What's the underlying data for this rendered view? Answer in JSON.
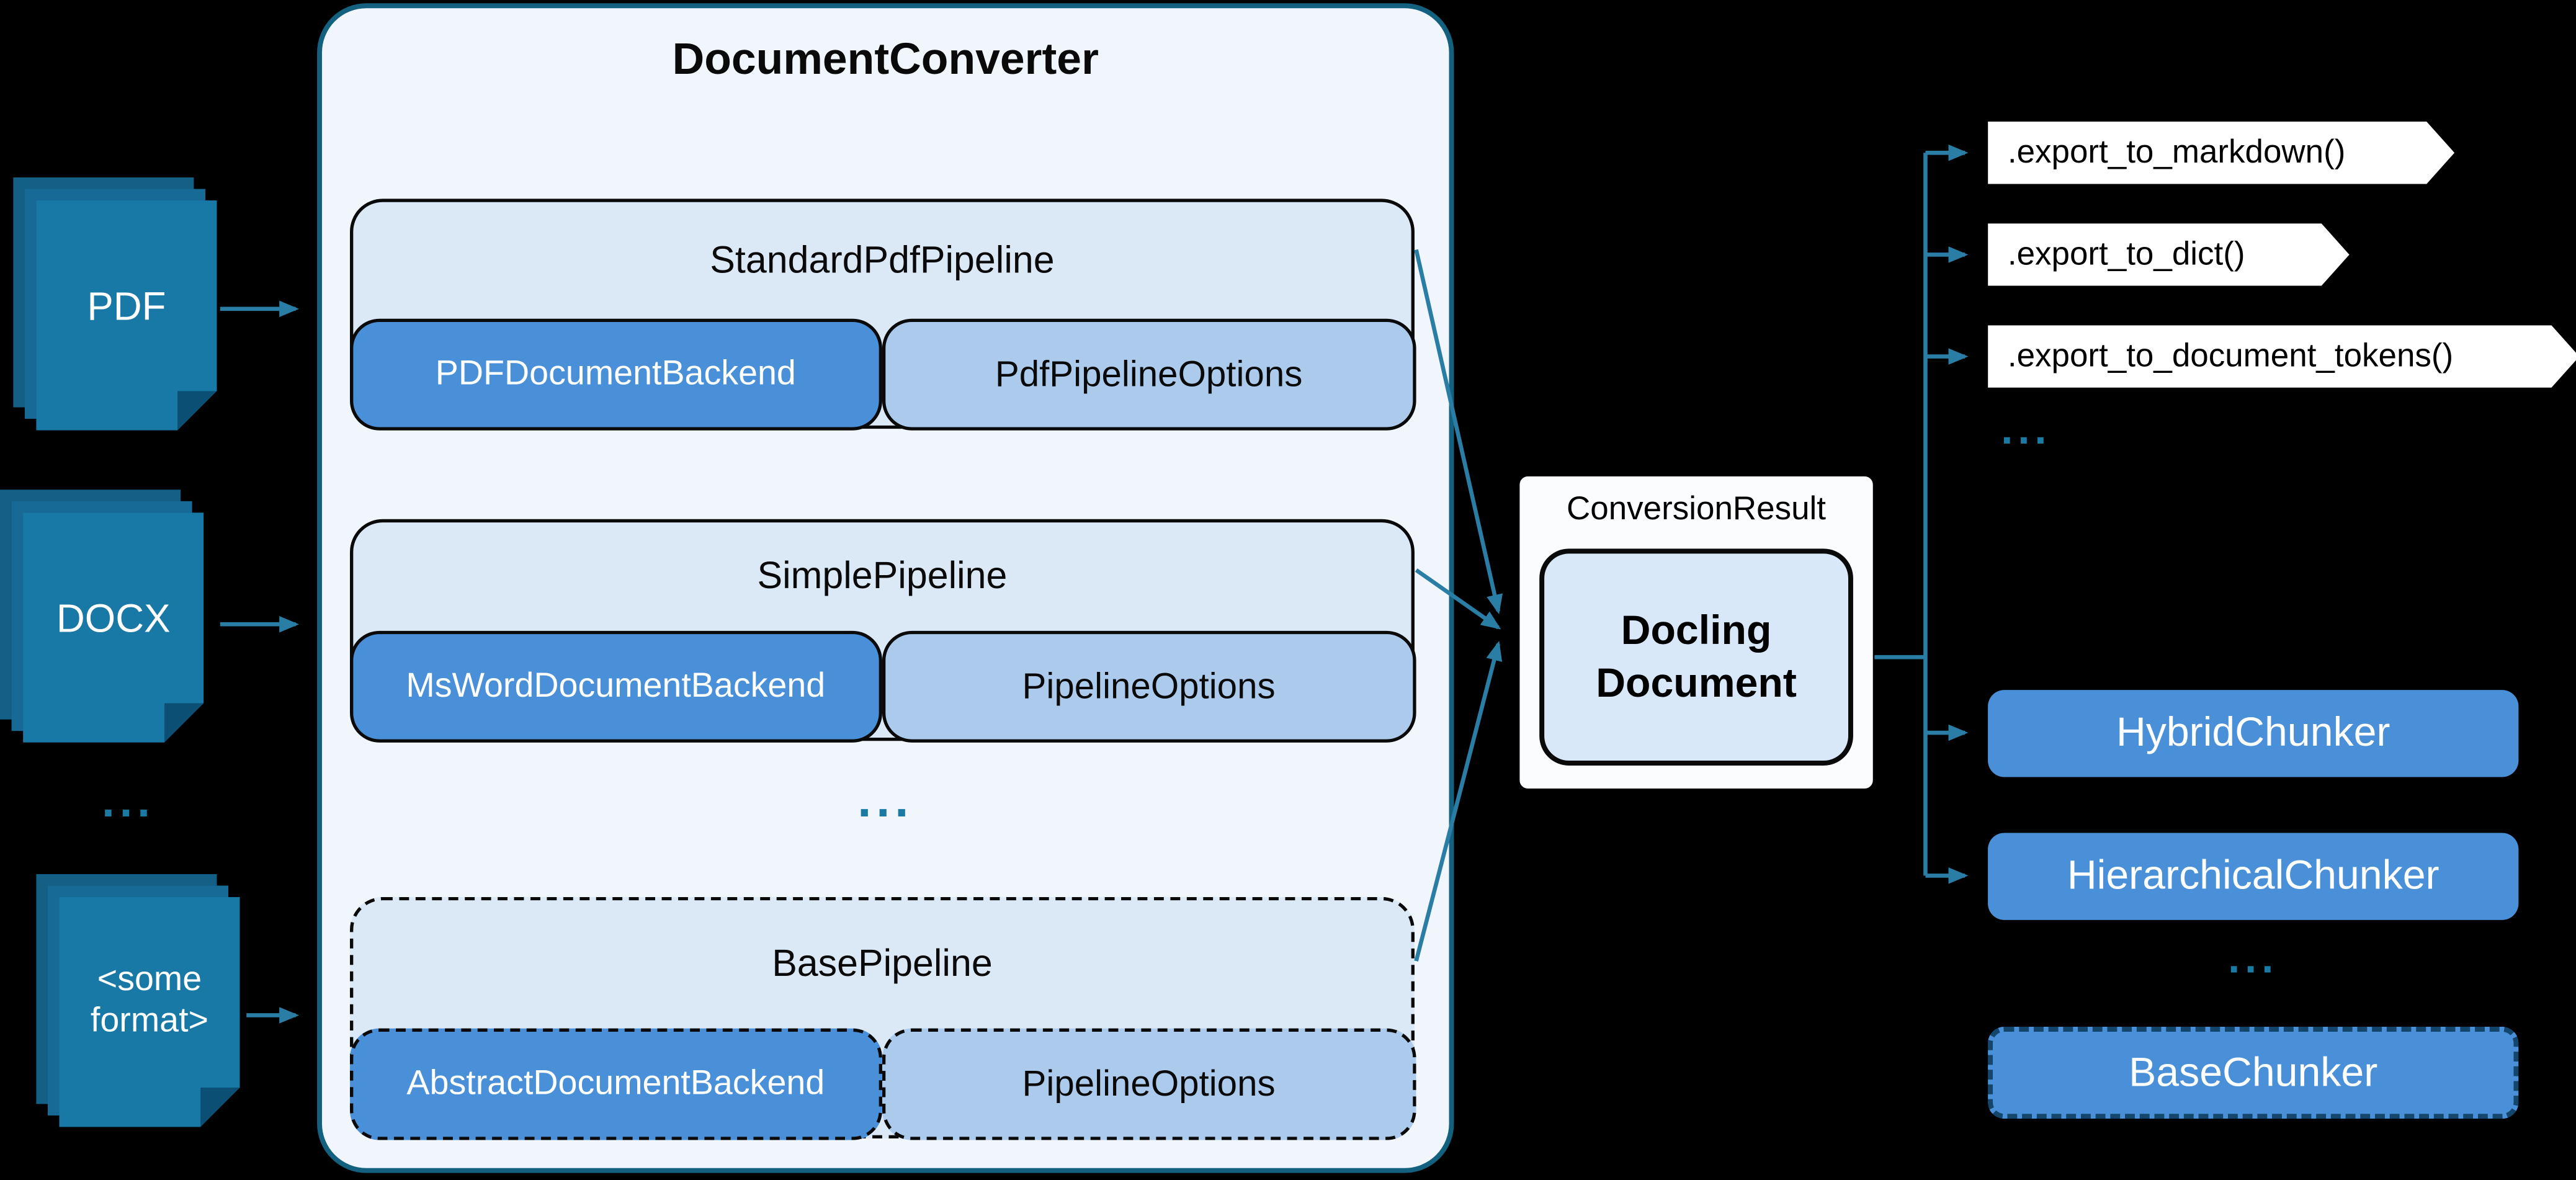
{
  "inputs": [
    {
      "label": "PDF"
    },
    {
      "label": "DOCX"
    },
    {
      "label": "<some format>"
    }
  ],
  "inputs_ellipsis": "...",
  "converter": {
    "title": "DocumentConverter",
    "pipelines": [
      {
        "name": "StandardPdfPipeline",
        "backend": "PDFDocumentBackend",
        "options": "PdfPipelineOptions",
        "dashed": false
      },
      {
        "name": "SimplePipeline",
        "backend": "MsWordDocumentBackend",
        "options": "PipelineOptions",
        "dashed": false
      },
      {
        "name": "BasePipeline",
        "backend": "AbstractDocumentBackend",
        "options": "PipelineOptions",
        "dashed": true
      }
    ],
    "ellipsis": "..."
  },
  "result": {
    "label": "ConversionResult",
    "document": "Docling Document"
  },
  "exports": [
    ".export_to_markdown()",
    ".export_to_dict()",
    ".export_to_document_tokens()"
  ],
  "exports_ellipsis": "...",
  "chunkers": [
    {
      "label": "HybridChunker"
    },
    {
      "label": "HierarchicalChunker"
    }
  ],
  "chunkers_ellipsis": "...",
  "base_chunker": {
    "label": "BaseChunker"
  },
  "colors": {
    "background": "#000000",
    "document_teal": "#1878a6",
    "converter_fill": "#f1f6fc",
    "converter_border": "#14607f",
    "pipeline_fill": "#dbe9f7",
    "backend_fill": "#4a90d9",
    "options_fill": "#accaec",
    "docling_fill": "#d9e8f8",
    "arrow_teal": "#2a7ea6",
    "banner_fill": "#ffffff"
  }
}
